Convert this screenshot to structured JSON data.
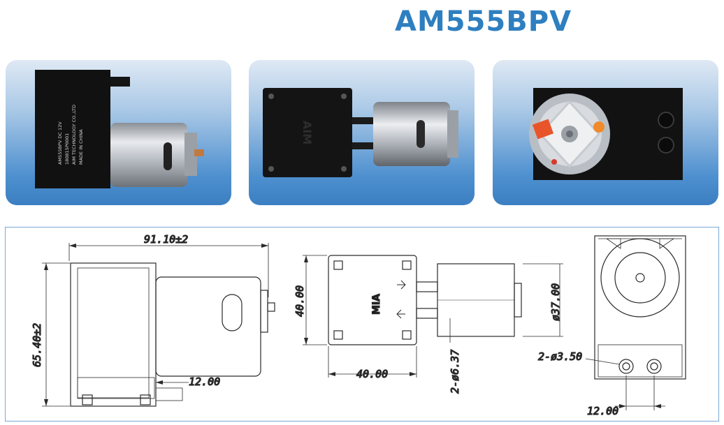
{
  "title": "AM555BPV",
  "photos": {
    "side_label_lines": [
      "AM555BPV DC 12V",
      "180815P0001",
      "AIM TECHNOLOGY CO.,LTD",
      "MADE IN CHINA"
    ],
    "top_logo": "AIM"
  },
  "drawing": {
    "side_view": {
      "length": "91.10±2",
      "height": "65.40±2",
      "port_offset": "12.00"
    },
    "top_view": {
      "width": "40.00",
      "depth": "40.00",
      "motor_diameter": "ø37.00",
      "port_diameter": "2-ø6.37",
      "logo": "MIA"
    },
    "end_view": {
      "port_hole": "2-ø3.50",
      "port_spacing": "12.00"
    }
  },
  "colors": {
    "title": "#2e7fc0",
    "panel_blue": "#3b7fc2",
    "frame": "#7aa8d6"
  }
}
